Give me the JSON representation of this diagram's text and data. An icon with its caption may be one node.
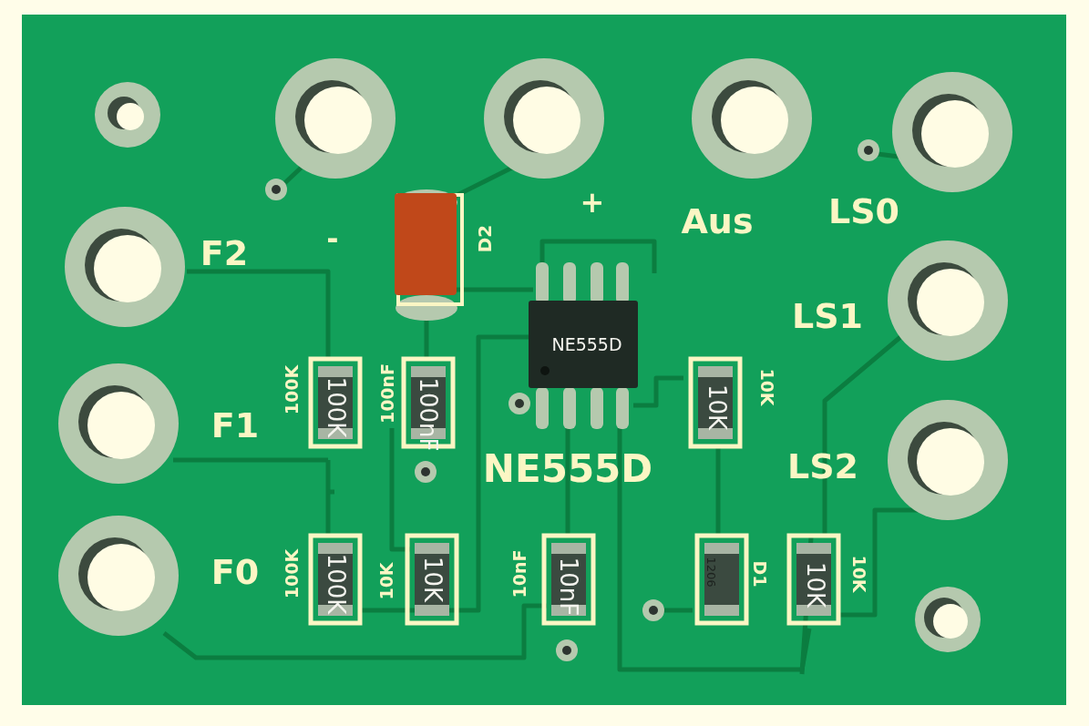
{
  "diagram": {
    "labels": [
      "-",
      "+",
      "Aus",
      "LS0",
      "F2",
      "D2",
      "LS1",
      "NE555D",
      "100K",
      "100K",
      "100nF",
      "100nF",
      "10K",
      "10K",
      "F1",
      "NE555D",
      "LS2",
      "F0",
      "100K",
      "100K",
      "10K",
      "10K",
      "10nF",
      "10nF",
      "1206",
      "D1",
      "10K",
      "10K"
    ]
  }
}
